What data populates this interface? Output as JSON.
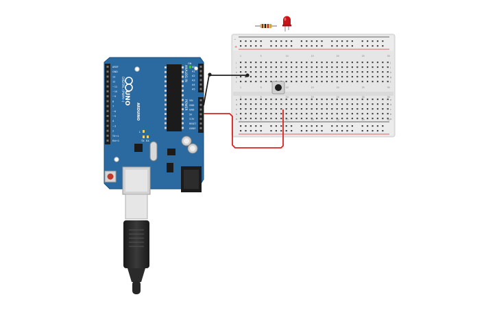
{
  "workspace": {
    "background": "#ffffff"
  },
  "arduino": {
    "model_label": "UNO",
    "brand_label": "ARDUINO",
    "digital_label": "DIGITAL (PWM~)",
    "analog_label": "ANALOG IN",
    "power_label": "POWER",
    "tx_label": "TX",
    "rx_label": "RX",
    "l_label": "L",
    "ioref_label": "IOREF",
    "reset_label": "RESET",
    "v33_label": "3.3V",
    "v5_label": "5V",
    "gnd_label": "GND",
    "vin_label": "VIN",
    "on_label": "ON",
    "aref_label": "AREF",
    "digital_pins": [
      "AREF",
      "GND",
      "13",
      "12",
      "~11",
      "~10",
      "~9",
      "8",
      "7",
      "~6",
      "~5",
      "4",
      "~3",
      "2",
      "TX→1",
      "RX←0"
    ],
    "analog_pins": [
      "A0",
      "A1",
      "A2",
      "A3",
      "A4",
      "A5"
    ],
    "board_color": "#2b6aa0",
    "board_edge_color": "#1c4f7c"
  },
  "breadboard": {
    "column_numbers": [
      "1",
      "5",
      "10",
      "15",
      "20",
      "25",
      "30"
    ],
    "row_letters_top": [
      "j",
      "i",
      "h",
      "g",
      "f"
    ],
    "row_letters_bottom": [
      "e",
      "d",
      "c",
      "b",
      "a"
    ],
    "rail_plus": "+",
    "rail_minus": "-",
    "body_color": "#e9e9e9",
    "rail_red": "#d9332b",
    "rail_black": "#333333"
  },
  "components": {
    "resistor_icon": "resistor-icon",
    "led_icon": "red-led-icon",
    "button_icon": "pushbutton-icon",
    "usb_icon": "usb-cable-icon"
  },
  "wires": {
    "gnd_wire_color": "#1e1e1e",
    "v5_wire_color": "#d8231d"
  }
}
